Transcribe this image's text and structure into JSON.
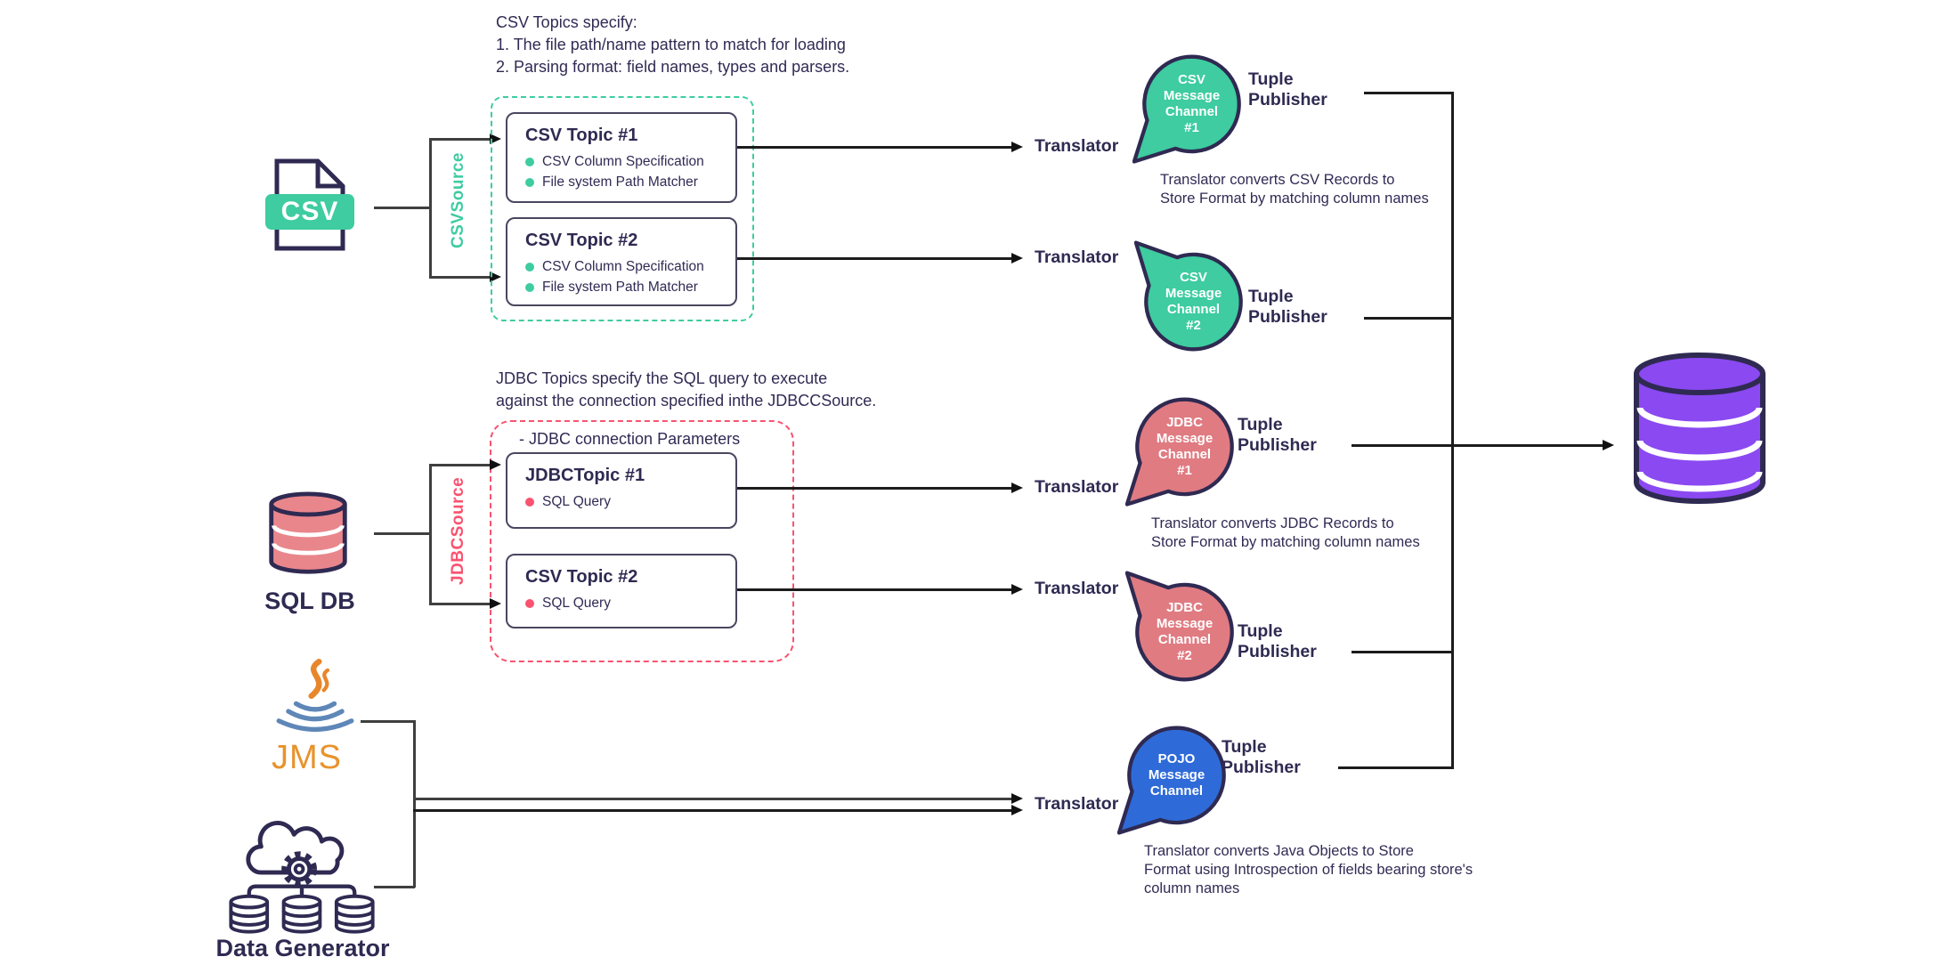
{
  "colors": {
    "green": "#3ecca0",
    "pink_fill": "#e07b82",
    "pink_accent": "#f9536f",
    "blue": "#2e6bd8",
    "purple": "#8b49f1",
    "navy": "#2f2a52",
    "jms_orange": "#e8932c",
    "cup_blue": "#5e87b8",
    "sql_fill": "#e9868c"
  },
  "notes": {
    "csv": "CSV Topics specify:\n1. The file path/name pattern to match for loading\n2. Parsing format: field names, types and parsers.",
    "jdbc": "JDBC Topics specify the SQL query to execute\nagainst the connection specified inthe JDBCCSource."
  },
  "sources": {
    "csv_badge": "CSV",
    "sql_db_label": "SQL DB",
    "jms_label": "JMS",
    "data_generator_label": "Data Generator"
  },
  "csv_group": {
    "source_label": "CSVSource",
    "topic1": {
      "title": "CSV Topic #1",
      "bullet1": "CSV Column Specification",
      "bullet2": "File system Path Matcher"
    },
    "topic2": {
      "title": "CSV Topic #2",
      "bullet1": "CSV Column Specification",
      "bullet2": "File system Path Matcher"
    }
  },
  "jdbc_group": {
    "source_label": "JDBCSource",
    "params_label": "- JDBC connection Parameters",
    "topic1": {
      "title": "JDBCTopic #1",
      "bullet1": "SQL Query"
    },
    "topic2": {
      "title": "CSV Topic #2",
      "bullet1": "SQL Query"
    }
  },
  "labels": {
    "translator": "Translator",
    "tuple_publisher": "Tuple\nPublisher"
  },
  "channels": {
    "csv1": "CSV\nMessage\nChannel\n#1",
    "csv2": "CSV\nMessage\nChannel\n#2",
    "jdbc1": "JDBC\nMessage\nChannel\n#1",
    "jdbc2": "JDBC\nMessage\nChannel\n#2",
    "pojo": "POJO\nMessage\nChannel"
  },
  "captions": {
    "csv": "Translator converts CSV Records to\nStore Format by matching column names",
    "jdbc": "Translator converts JDBC Records to\nStore Format by matching column names",
    "pojo": "Translator converts Java Objects to Store\nFormat using Introspection of fields bearing store's\ncolumn names"
  }
}
